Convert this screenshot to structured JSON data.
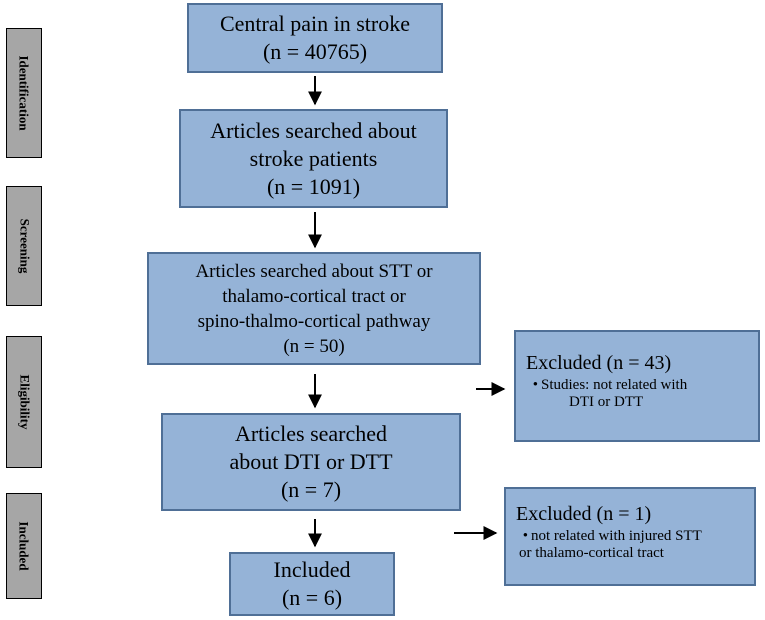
{
  "stages": [
    {
      "label": "Identification"
    },
    {
      "label": "Screening"
    },
    {
      "label": "Eligibility"
    },
    {
      "label": "Included"
    }
  ],
  "flow": {
    "box1": {
      "lines": [
        "Central pain in stroke",
        "(n = 40765)"
      ]
    },
    "box2": {
      "lines": [
        "Articles searched about",
        "stroke patients",
        "(n = 1091)"
      ]
    },
    "box3": {
      "lines": [
        "Articles searched about  STT or",
        "thalamo-cortical tract or",
        "spino-thalmo-cortical pathway",
        "(n = 50)"
      ]
    },
    "box4": {
      "lines": [
        "Articles searched",
        "about  DTI or DTT",
        "(n = 7)"
      ]
    },
    "box5": {
      "lines": [
        "Included",
        "(n = 6)"
      ]
    }
  },
  "excluded": {
    "first": {
      "title": "Excluded (n = 43)",
      "bullet": "•",
      "lines": [
        "Studies: not related with",
        "DTI or DTT"
      ]
    },
    "second": {
      "title": "Excluded (n = 1)",
      "bullet": "•",
      "lines": [
        "not related with injured STT",
        "or thalamo-cortical tract"
      ]
    }
  }
}
